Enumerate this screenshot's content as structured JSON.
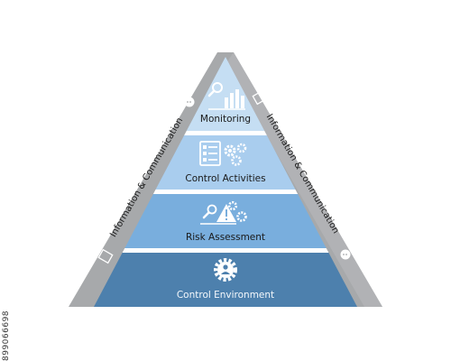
{
  "diagram": {
    "side_label_left": "Information & Communication",
    "side_label_right": "Information & Communication",
    "levels": [
      {
        "label": "Monitoring",
        "icon": "bar-chart-magnifier-icon"
      },
      {
        "label": "Control Activities",
        "icon": "checklist-gears-icon"
      },
      {
        "label": "Risk Assessment",
        "icon": "warning-gears-icon"
      },
      {
        "label": "Control Environment",
        "icon": "gear-person-icon"
      }
    ],
    "colors": {
      "frame": "#a7a9ab",
      "frame_dark": "#8e9092",
      "level_1": "#c5def3",
      "level_2": "#a9cdee",
      "level_3": "#79aedd",
      "level_4": "#4d80ad",
      "separator": "#ffffff",
      "text": "#1a1a1a"
    }
  },
  "stock_id": "899066698"
}
